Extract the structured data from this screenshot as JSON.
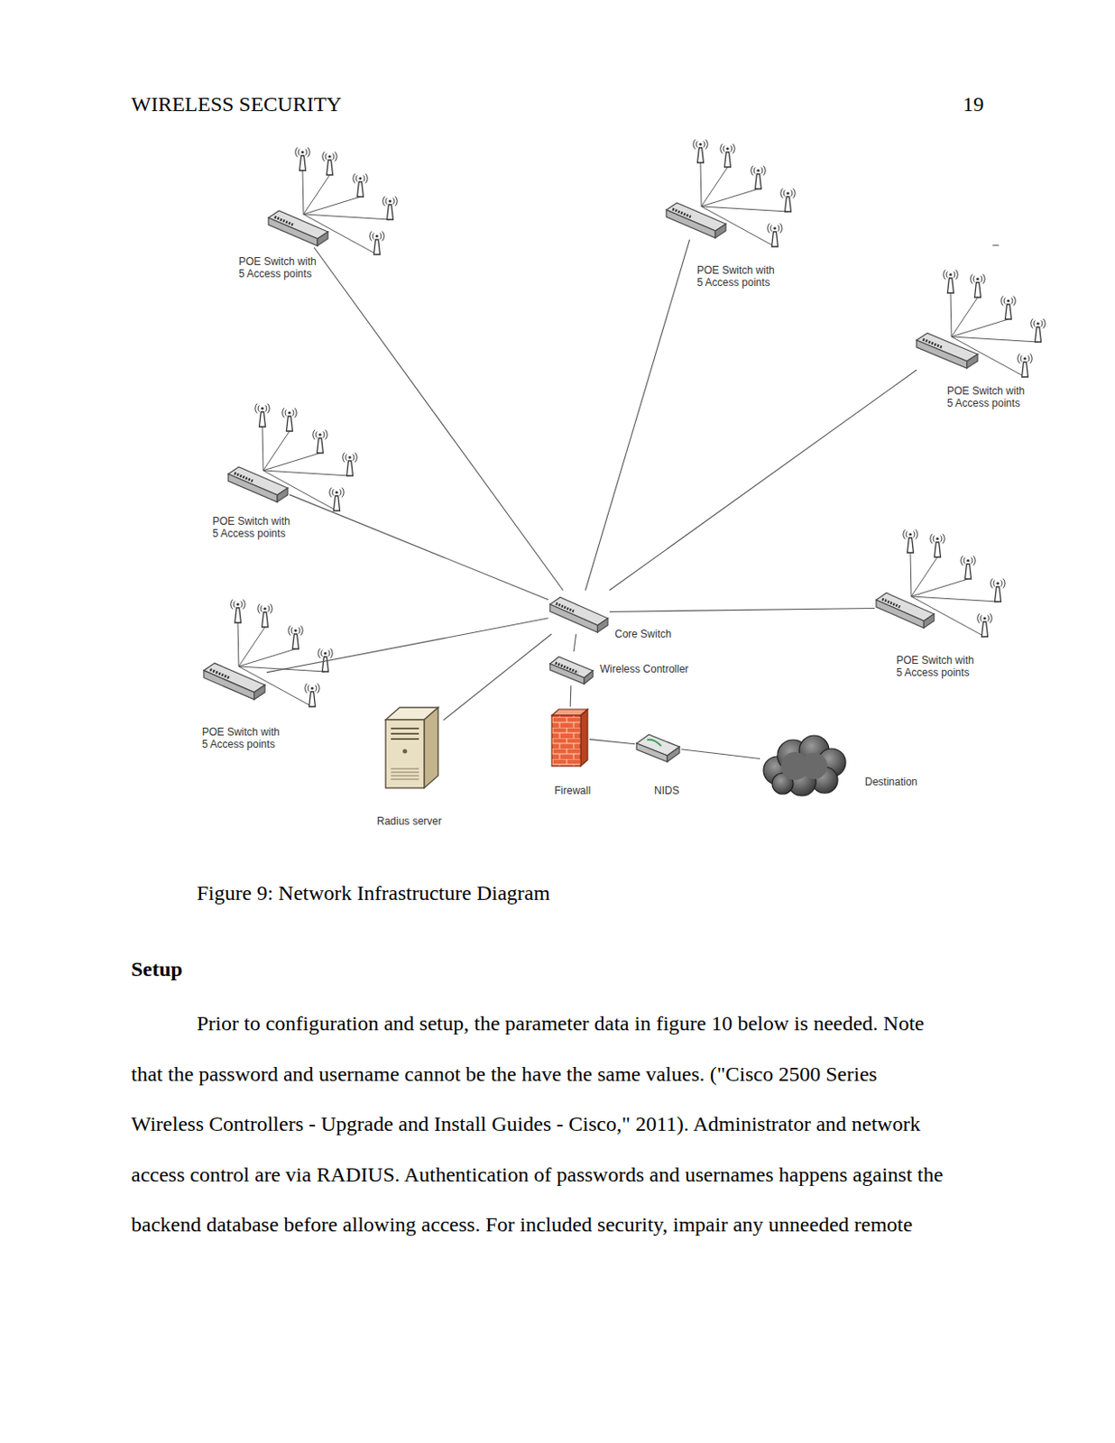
{
  "diagram": {
    "caption": "Figure 9: Network Infrastructure Diagram",
    "nodes": [
      {
        "text": [
          "POE Switch with 5 Access points"
        ]
      },
      {
        "text": [
          "POE Switch with 5 Access points"
        ]
      },
      {
        "text": [
          "POE Switch with 5 Access points"
        ]
      },
      {
        "text": [
          "POE Switch with 5 Access points"
        ]
      },
      {
        "text": [
          "POE Switch with 5 Access points"
        ]
      },
      {
        "text": [
          "Core Switch"
        ]
      },
      {
        "text": [
          "POE Switch with 5 Access points"
        ]
      },
      {
        "text": [
          "Wireless Controller"
        ]
      },
      {
        "text": [
          "Radius server"
        ]
      },
      {
        "text": [
          "Firewall"
        ]
      },
      {
        "text": [
          "NIDS"
        ]
      },
      {
        "text": [
          "Destination"
        ]
      }
    ],
    "edges": [
      {
        "from": 0,
        "to": 5,
        "arrow": "none"
      },
      {
        "from": 1,
        "to": 5,
        "arrow": "none"
      },
      {
        "from": 2,
        "to": 5,
        "arrow": "none"
      },
      {
        "from": 3,
        "to": 5,
        "arrow": "none"
      },
      {
        "from": 4,
        "to": 5,
        "arrow": "none"
      },
      {
        "from": 6,
        "to": 5,
        "arrow": "none"
      },
      {
        "from": 8,
        "to": 5,
        "arrow": "none"
      },
      {
        "from": 5,
        "to": 7,
        "arrow": "none"
      },
      {
        "from": 7,
        "to": 9,
        "arrow": "none"
      },
      {
        "from": 9,
        "to": 10,
        "arrow": "none"
      },
      {
        "from": 10,
        "to": 11,
        "arrow": "none"
      }
    ],
    "labels": [
      "WIRELESS SECURITY",
      "19",
      "–",
      "Setup",
      "Prior to configuration and setup, the parameter data in figure 10 below is needed. Note",
      "that the password and username cannot be the have the same values. (\"Cisco 2500 Series",
      "Wireless Controllers - Upgrade and Install Guides - Cisco,\" 2011). Administrator and network",
      "access control are via RADIUS. Authentication of passwords and usernames happens against the",
      "backend database before allowing access. For included security, impair any unneeded remote"
    ]
  }
}
